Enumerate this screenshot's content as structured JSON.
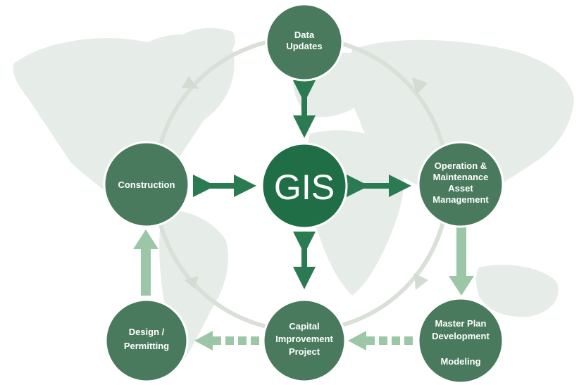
{
  "colors": {
    "node_fill": "#4a7a5d",
    "gis_fill": "#1f6e46",
    "arrow_dark": "#2a7a52",
    "arrow_light": "#9cc7a7",
    "ring": "#d9e0d8",
    "map": "#e6ece8"
  },
  "center": {
    "label": "GIS"
  },
  "nodes": {
    "data_updates": {
      "lines": [
        "Data",
        "Updates"
      ]
    },
    "operation": {
      "lines": [
        "Operation &",
        "Maintenance",
        "Asset",
        "Management"
      ]
    },
    "construction": {
      "lines": [
        "Construction"
      ]
    },
    "capital": {
      "lines": [
        "Capital",
        "Improvement",
        "Project"
      ]
    },
    "design": {
      "lines": [
        "Design /",
        "Permitting"
      ]
    },
    "master_plan": {
      "lines": [
        "Master Plan",
        "Development",
        "",
        "Modeling"
      ]
    }
  }
}
